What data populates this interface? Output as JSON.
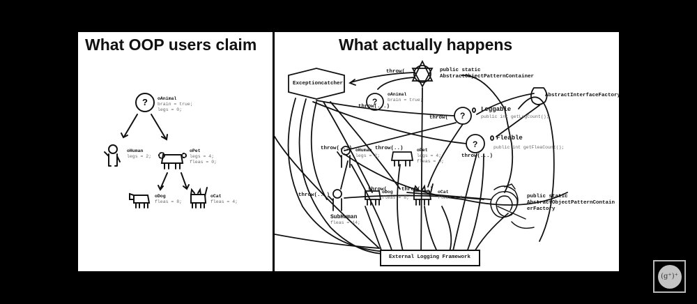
{
  "left_panel": {
    "title": "What OOP users claim",
    "nodes": {
      "animal": {
        "name": "oAnimal",
        "props": [
          "brain = true;",
          "legs = 0;"
        ]
      },
      "human": {
        "name": "oHuman",
        "props": [
          "legs = 2;"
        ]
      },
      "pet": {
        "name": "oPet",
        "props": [
          "legs = 4;",
          "fleas = 0;"
        ]
      },
      "dog": {
        "name": "oDog",
        "props": [
          "fleas = 8;"
        ]
      },
      "cat": {
        "name": "oCat",
        "props": [
          "fleas = 4;"
        ]
      }
    }
  },
  "right_panel": {
    "title": "What actually happens",
    "exception_catcher": "Exceptioncatcher",
    "container_label": [
      "public static",
      "AbstractObjectPatternContainer"
    ],
    "interface_factory": "AbstractInterfaceFactory",
    "leggable": {
      "name": "Leggable",
      "method": "public int getLegCount();"
    },
    "fleable": {
      "name": "Fleable",
      "method": "public int getFleaCount();"
    },
    "animal": {
      "name": "oAnimal",
      "props": [
        "brain = true;"
      ]
    },
    "human": {
      "name": "oHuman",
      "props": [
        "legs = 2;"
      ]
    },
    "pet": {
      "name": "oPet",
      "props": [
        "legs = 4;",
        "fleas = 0;"
      ]
    },
    "dog": {
      "name": "oDog",
      "props": [
        "fleas = 8;"
      ]
    },
    "cat": {
      "name": "oCat",
      "props": [
        "fleas = 4;"
      ]
    },
    "subhuman": {
      "name": "SubHuman",
      "props": [
        "fleas = 14;"
      ]
    },
    "factory_label": [
      "public static",
      "AbstractObjectPatternContain",
      "erFactory"
    ],
    "logging": "External Logging Framework",
    "throws": [
      "throw(",
      "throw(...)",
      "throw(",
      "throw(...)",
      "throw(..)",
      "throw(...)",
      "throw(...)",
      "throw(",
      "throw(...)",
      "throw(...)"
    ]
  },
  "badge": {
    "label": "(g⁺)⁺"
  }
}
